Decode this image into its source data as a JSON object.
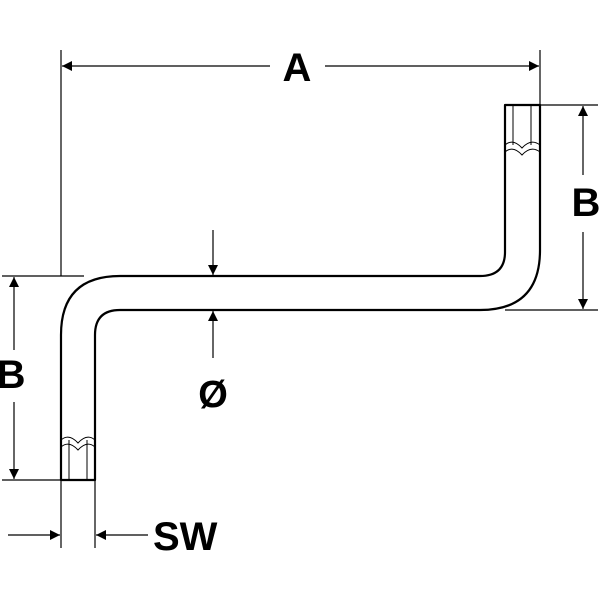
{
  "drawing": {
    "labels": {
      "overall_length": "A",
      "leg_height_right": "B",
      "leg_height_left": "B",
      "shaft_diameter": "Ø",
      "socket_width": "SW"
    },
    "colors": {
      "line": "#000000",
      "background": "#ffffff"
    }
  }
}
